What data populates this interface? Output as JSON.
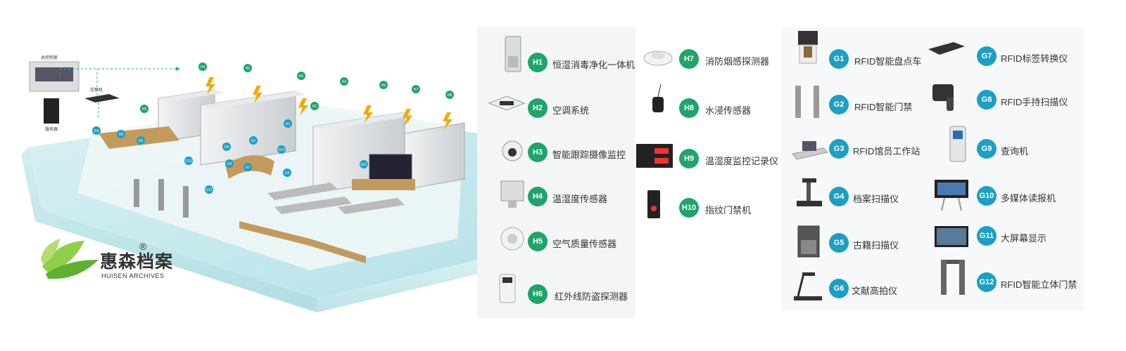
{
  "scene": {
    "room_labels": [
      "总控制室",
      "交换机",
      "服务器"
    ],
    "markers": [
      "H4",
      "H5",
      "H6",
      "H3",
      "H2",
      "H7",
      "H8",
      "H9",
      "H1",
      "G1",
      "G2",
      "G4",
      "G5",
      "G6",
      "G8",
      "G3",
      "G7",
      "G10",
      "G9",
      "G11",
      "G12",
      "G13"
    ]
  },
  "logo": {
    "name_cn": "惠森档案",
    "name_en": "HUISEN ARCHIVES",
    "reg": "®"
  },
  "legend": {
    "h": [
      {
        "code": "H1",
        "label": "恒湿消毒净化一体机",
        "icon": "air-purifier-icon"
      },
      {
        "code": "H2",
        "label": "空调系统",
        "icon": "ceiling-ac-icon"
      },
      {
        "code": "H3",
        "label": "智能跟踪摄像监控",
        "icon": "dome-camera-icon"
      },
      {
        "code": "H4",
        "label": "温湿度传感器",
        "icon": "sensor-box-icon"
      },
      {
        "code": "H5",
        "label": "空气质量传感器",
        "icon": "air-sensor-icon"
      },
      {
        "code": "H6",
        "label": "红外线防盗探测器",
        "icon": "infrared-detector-icon"
      },
      {
        "code": "H7",
        "label": "消防烟感探测器",
        "icon": "smoke-detector-icon"
      },
      {
        "code": "H8",
        "label": "水浸传感器",
        "icon": "water-sensor-icon"
      },
      {
        "code": "H9",
        "label": "温湿度监控记录仪",
        "icon": "th-recorder-icon"
      },
      {
        "code": "H10",
        "label": "指纹门禁机",
        "icon": "fingerprint-icon"
      }
    ],
    "g": [
      {
        "code": "G1",
        "label": "RFID智能盘点车",
        "icon": "rfid-cart-icon"
      },
      {
        "code": "G2",
        "label": "RFID智能门禁",
        "icon": "rfid-gate-icon"
      },
      {
        "code": "G3",
        "label": "RFID馆员工作站",
        "icon": "workstation-icon"
      },
      {
        "code": "G4",
        "label": "档案扫描仪",
        "icon": "archive-scanner-icon"
      },
      {
        "code": "G5",
        "label": "古籍扫描仪",
        "icon": "book-scanner-icon"
      },
      {
        "code": "G6",
        "label": "文献高拍仪",
        "icon": "document-camera-icon"
      },
      {
        "code": "G7",
        "label": "RFID标签转换仪",
        "icon": "tag-converter-icon"
      },
      {
        "code": "G8",
        "label": "RFID手持扫描仪",
        "icon": "handheld-scanner-icon"
      },
      {
        "code": "G9",
        "label": "查询机",
        "icon": "kiosk-icon"
      },
      {
        "code": "G10",
        "label": "多媒体读报机",
        "icon": "newspaper-reader-icon"
      },
      {
        "code": "G11",
        "label": "大屏幕显示",
        "icon": "large-screen-icon"
      },
      {
        "code": "G12",
        "label": "RFID智能立体门禁",
        "icon": "walkthrough-gate-icon"
      }
    ]
  },
  "colors": {
    "h_badge": "#1fa46c",
    "g_badge": "#1c9fc4",
    "floor": "#a9dde4",
    "logo_green": "#6fbf3a"
  }
}
